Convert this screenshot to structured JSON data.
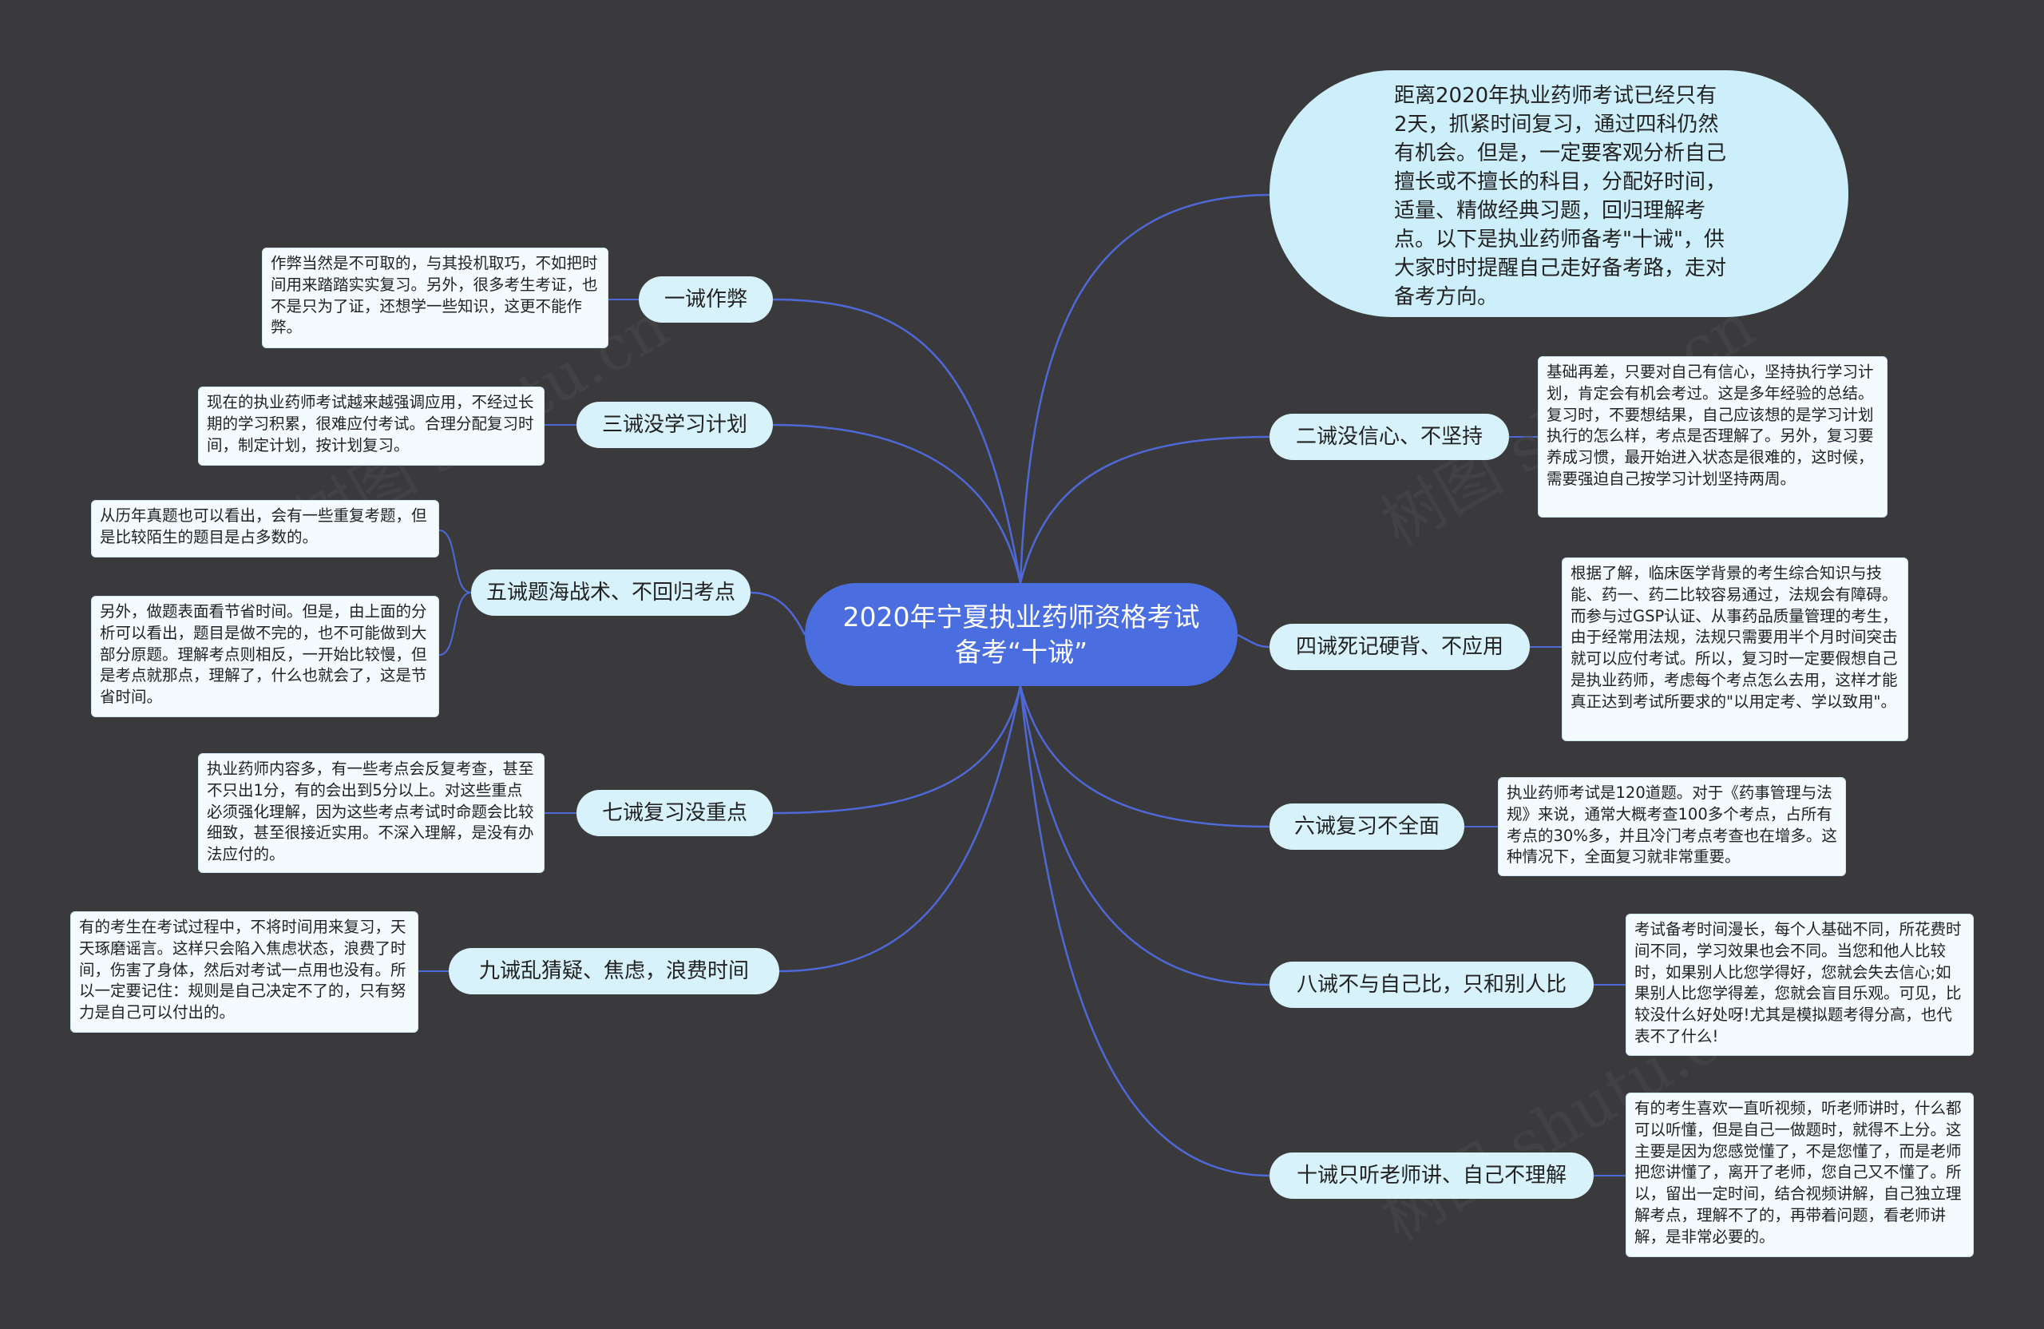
{
  "central": "2020年宁夏执业药师资格考试备考“十诫”",
  "intro": "距离2020年执业药师考试已经只有2天，抓紧时间复习，通过四科仍然有机会。但是，一定要客观分析自己擅长或不擅长的科目，分配好时间，适量、精做经典习题，回归理解考点。以下是执业药师备考\"十诫\"，供大家时时提醒自己走好备考路，走对备考方向。",
  "topics": [
    {
      "label": "一诫作弊",
      "notes": [
        "作弊当然是不可取的，与其投机取巧，不如把时间用来踏踏实实复习。另外，很多考生考证，也不是只为了证，还想学一些知识，这更不能作弊。"
      ]
    },
    {
      "label": "三诫没学习计划",
      "notes": [
        "现在的执业药师考试越来越强调应用，不经过长期的学习积累，很难应付考试。合理分配复习时间，制定计划，按计划复习。"
      ]
    },
    {
      "label": "五诫题海战术、不回归考点",
      "notes": [
        "从历年真题也可以看出，会有一些重复考题，但是比较陌生的题目是占多数的。",
        "另外，做题表面看节省时间。但是，由上面的分析可以看出，题目是做不完的，也不可能做到大部分原题。理解考点则相反，一开始比较慢，但是考点就那点，理解了，什么也就会了，这是节省时间。"
      ]
    },
    {
      "label": "七诫复习没重点",
      "notes": [
        "执业药师内容多，有一些考点会反复考查，甚至不只出1分，有的会出到5分以上。对这些重点必须强化理解，因为这些考点考试时命题会比较细致，甚至很接近实用。不深入理解，是没有办法应付的。"
      ]
    },
    {
      "label": "九诫乱猜疑、焦虑，浪费时间",
      "notes": [
        "有的考生在考试过程中，不将时间用来复习，天天琢磨谣言。这样只会陷入焦虑状态，浪费了时间，伤害了身体，然后对考试一点用也没有。所以一定要记住：规则是自己决定不了的，只有努力是自己可以付出的。"
      ]
    },
    {
      "label": "二诫没信心、不坚持",
      "notes": [
        "基础再差，只要对自己有信心，坚持执行学习计划，肯定会有机会考过。这是多年经验的总结。复习时，不要想结果，自己应该想的是学习计划执行的怎么样，考点是否理解了。另外，复习要养成习惯，最开始进入状态是很难的，这时候，需要强迫自己按学习计划坚持两周。"
      ]
    },
    {
      "label": "四诫死记硬背、不应用",
      "notes": [
        "根据了解，临床医学背景的考生综合知识与技能、药一、药二比较容易通过，法规会有障碍。而参与过GSP认证、从事药品质量管理的考生，由于经常用法规，法规只需要用半个月时间突击就可以应付考试。所以，复习时一定要假想自己是执业药师，考虑每个考点怎么去用，这样才能真正达到考试所要求的\"以用定考、学以致用\"。"
      ]
    },
    {
      "label": "六诫复习不全面",
      "notes": [
        "执业药师考试是120道题。对于《药事管理与法规》来说，通常大概考查100多个考点，占所有考点的30%多，并且冷门考点考查也在增多。这种情况下，全面复习就非常重要。"
      ]
    },
    {
      "label": "八诫不与自己比，只和别人比",
      "notes": [
        "考试备考时间漫长，每个人基础不同，所花费时间不同，学习效果也会不同。当您和他人比较时，如果别人比您学得好，您就会失去信心;如果别人比您学得差，您就会盲目乐观。可见，比较没什么好处呀!尤其是模拟题考得分高，也代表不了什么!"
      ]
    },
    {
      "label": "十诫只听老师讲、自己不理解",
      "notes": [
        "有的考生喜欢一直听视频，听老师讲时，什么都可以听懂，但是自己一做题时，就得不上分。这主要是因为您感觉懂了，不是您懂了，而是老师把您讲懂了，离开了老师，您自己又不懂了。所以，留出一定时间，结合视频讲解，自己独立理解考点，理解不了的，再带着问题，看老师讲解，是非常必要的。"
      ]
    }
  ],
  "colors": {
    "background": "#3a3a3c",
    "center": "#4a6ee0",
    "topic": "#d7f2fb",
    "intro": "#cdeffb",
    "note": "#f4fbfe",
    "link": "#4f68d8"
  }
}
